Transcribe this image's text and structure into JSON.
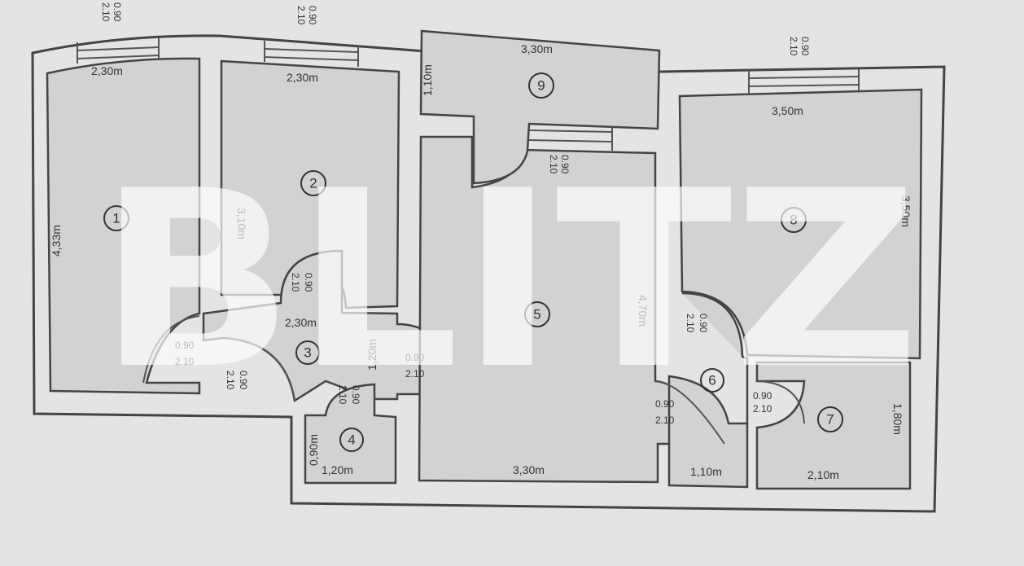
{
  "watermark": "BLITZ",
  "rooms": [
    {
      "number": "1",
      "dims": [
        "2,30m",
        "4,33m"
      ]
    },
    {
      "number": "2",
      "dims": [
        "2,30m",
        "3,10m"
      ]
    },
    {
      "number": "3",
      "dims": [
        "2,30m",
        "1,20m"
      ]
    },
    {
      "number": "4",
      "dims": [
        "1,20m",
        "0,90m"
      ]
    },
    {
      "number": "5",
      "dims": [
        "3,30m",
        "4,70m"
      ]
    },
    {
      "number": "6",
      "dims": [
        "1,10m"
      ]
    },
    {
      "number": "7",
      "dims": [
        "2,10m",
        "1,80m"
      ]
    },
    {
      "number": "8",
      "dims": [
        "3,50m",
        "3,50m"
      ]
    },
    {
      "number": "9",
      "dims": [
        "3,30m",
        "1,10m"
      ]
    }
  ],
  "doors": [
    {
      "w": "0.90",
      "h": "2.10"
    },
    {
      "w": "0.90",
      "h": "2.10"
    },
    {
      "w": "0.90",
      "h": "2.10"
    },
    {
      "w": "0.90",
      "h": "2.10"
    },
    {
      "w": "0.90",
      "h": "2.10"
    },
    {
      "w": "0.90",
      "h": "2.10"
    },
    {
      "w": "0.90",
      "h": "2.10"
    },
    {
      "w": "0.90",
      "h": "2.10"
    }
  ],
  "windows": [
    {
      "w": "0.90",
      "h": "2.10"
    },
    {
      "w": "0.90",
      "h": "2.10"
    },
    {
      "w": "0.90",
      "h": "2.10"
    },
    {
      "w": "0.90",
      "h": "2.10"
    }
  ]
}
